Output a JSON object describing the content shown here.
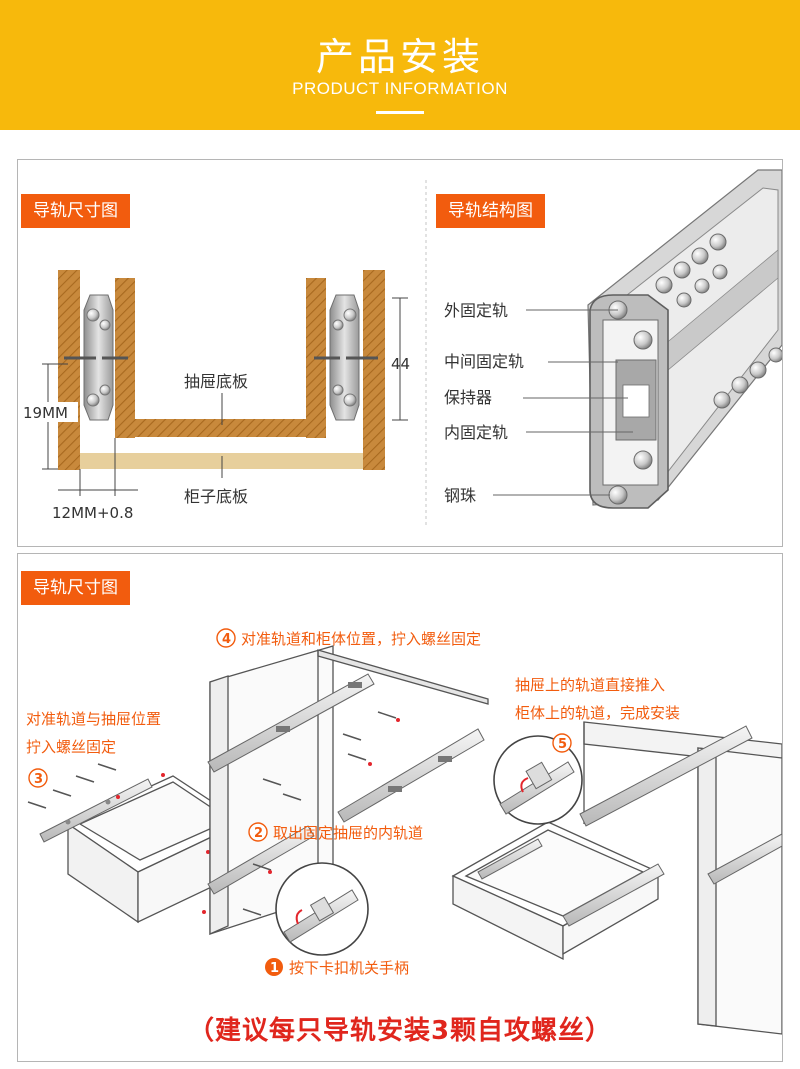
{
  "header": {
    "title": "产品安装",
    "subtitle": "PRODUCT INFORMATION"
  },
  "panel_dimensions": {
    "tag": "导轨尺寸图",
    "label_drawer_bottom": "抽屉底板",
    "label_cabinet_bottom": "柜子底板",
    "label_height": "19MM",
    "label_width": "12MM+0.8",
    "label_right_height": "44"
  },
  "panel_structure": {
    "tag": "导轨结构图",
    "labels": [
      "外固定轨",
      "中间固定轨",
      "保持器",
      "内固定轨",
      "钢珠"
    ]
  },
  "panel_install": {
    "tag": "导轨尺寸图",
    "step1": "按下卡扣机关手柄",
    "step2": "取出固定抽屉的内轨道",
    "step3_line1": "对准轨道与抽屉位置",
    "step3_line2": "拧入螺丝固定",
    "step4": "对准轨道和柜体位置，拧入螺丝固定",
    "step5_line1": "抽屉上的轨道直接推入",
    "step5_line2": "柜体上的轨道，完成安装",
    "num1": "1",
    "num2": "2",
    "num3": "3",
    "num4": "4",
    "num5": "5",
    "caption": "（建议每只导轨安装3颗自攻螺丝）"
  },
  "colors": {
    "banner": "#f7b90c",
    "tag": "#f25c0e",
    "wood": "#c8893c",
    "wood_light": "#e7cf9c",
    "caption": "#e0261d"
  }
}
